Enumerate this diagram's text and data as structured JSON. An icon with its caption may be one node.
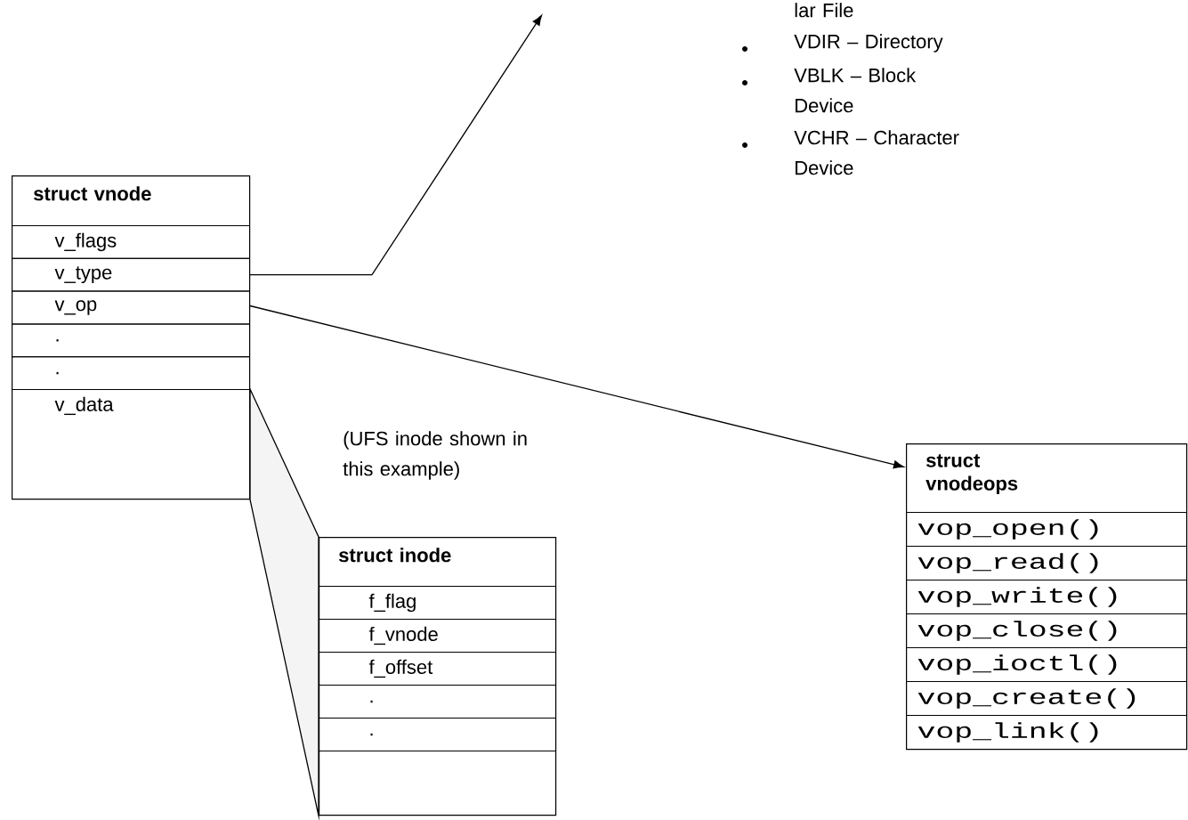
{
  "diagram": {
    "nodes": [
      {
        "text": [
          "struct vnode"
        ]
      },
      {
        "text": [
          "v_flags"
        ],
        "in": 0
      },
      {
        "text": [
          "v_type"
        ],
        "in": 0
      },
      {
        "text": [
          "v_op"
        ],
        "in": 0
      },
      {
        "text": [
          "."
        ],
        "in": 0
      },
      {
        "text": [
          "."
        ],
        "in": 0
      },
      {
        "text": [
          "v_data"
        ],
        "in": 0
      },
      {
        "text": [
          "struct inode"
        ]
      },
      {
        "text": [
          "f_flag"
        ],
        "in": 7
      },
      {
        "text": [
          "f_vnode"
        ],
        "in": 7
      },
      {
        "text": [
          "f_offset"
        ],
        "in": 7
      },
      {
        "text": [
          "."
        ],
        "in": 7
      },
      {
        "text": [
          "."
        ],
        "in": 7
      },
      {
        "text": [
          "struct vnodeops"
        ]
      },
      {
        "text": [
          "vop_open()"
        ],
        "in": 13
      },
      {
        "text": [
          "vop_read()"
        ],
        "in": 13
      },
      {
        "text": [
          "vop_write()"
        ],
        "in": 13
      },
      {
        "text": [
          "vop_close()"
        ],
        "in": 13
      },
      {
        "text": [
          "vop_ioctl()"
        ],
        "in": 13
      },
      {
        "text": [
          "vop_create()"
        ],
        "in": 13
      },
      {
        "text": [
          "vop_link()"
        ],
        "in": 13
      }
    ],
    "edges": [
      {
        "from": 2,
        "to": null,
        "arrow": "to"
      },
      {
        "from": 3,
        "to": 13,
        "arrow": "to"
      },
      {
        "from": 6,
        "to": 7,
        "arrow": "none"
      }
    ],
    "labels": [
      "lar File",
      "VDIR – Directory",
      "VBLK – Block Device",
      "VCHR – Character Device",
      "(UFS inode shown in this example)"
    ]
  }
}
